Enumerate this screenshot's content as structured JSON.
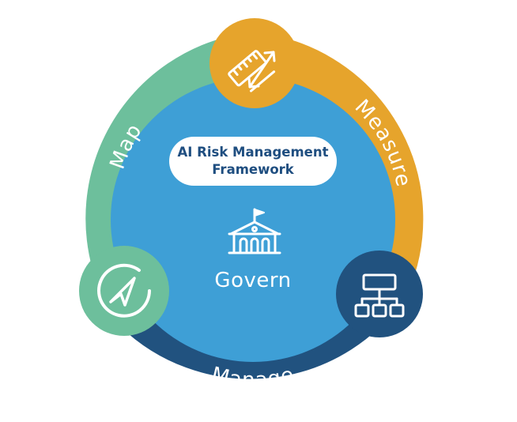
{
  "framework": {
    "line1": "AI Risk Management",
    "line2": "Framework"
  },
  "center": {
    "label": "Govern",
    "icon": "government-building-icon"
  },
  "segments": {
    "map": {
      "label": "Map",
      "icon": "navigation-compass-icon",
      "color": "#6dbf9c"
    },
    "measure": {
      "label": "Measure",
      "icon": "ruler-icon",
      "color": "#e6a42c"
    },
    "manage": {
      "label": "Manage",
      "icon": "hierarchy-chart-icon",
      "color": "#21527f"
    }
  },
  "colors": {
    "govern": "#3e9fd6",
    "white": "#ffffff"
  }
}
